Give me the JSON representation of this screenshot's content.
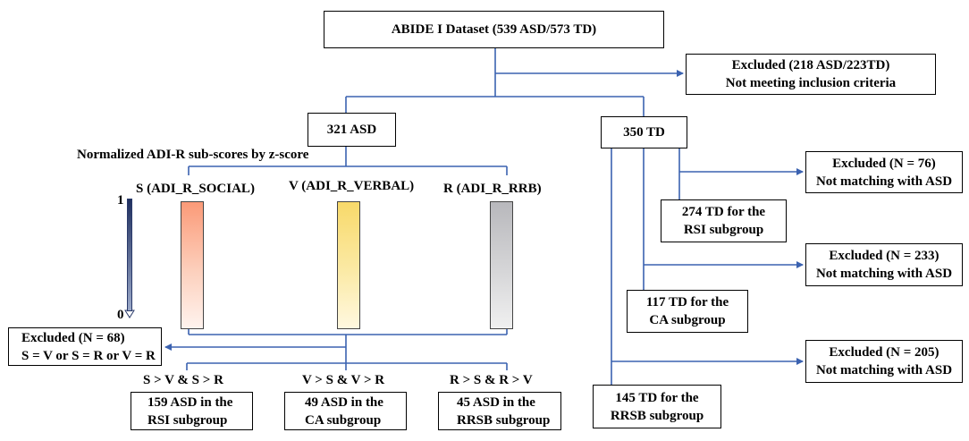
{
  "dataset": "ABIDE I  Dataset (539 ASD/573 TD)",
  "excluded_top": {
    "line1": "Excluded (218 ASD/223TD)",
    "line2": "Not meeting inclusion criteria"
  },
  "asd": "321 ASD",
  "td": "350 TD",
  "normalized_title": "Normalized ADI-R sub-scores by z-score",
  "subscores": {
    "social": "S (ADI_R_SOCIAL)",
    "verbal": "V (ADI_R_VERBAL)",
    "rrb": "R (ADI_R_RRB)"
  },
  "scale": {
    "top": "1",
    "bottom": "0"
  },
  "excluded_asd": {
    "line1": "Excluded (N = 68)",
    "line2": "S = V or S = R or V = R"
  },
  "conditions": {
    "rsi": "S > V & S > R",
    "ca": "V > S & V > R",
    "rrsb": "R > S & R > V"
  },
  "asd_groups": {
    "rsi": {
      "line1": "159 ASD in the",
      "line2": "RSI subgroup"
    },
    "ca": {
      "line1": "49 ASD in the",
      "line2": "CA subgroup"
    },
    "rrsb": {
      "line1": "45 ASD in the",
      "line2": "RRSB subgroup"
    }
  },
  "td_groups": {
    "rsi": {
      "line1": "274 TD for the",
      "line2": "RSI subgroup"
    },
    "ca": {
      "line1": "117 TD for the",
      "line2": "CA subgroup"
    },
    "rrsb": {
      "line1": "145 TD for the",
      "line2": "RRSB subgroup"
    }
  },
  "td_excluded": {
    "rsi": {
      "line1": "Excluded  (N = 76)",
      "line2": "Not matching with ASD"
    },
    "ca": {
      "line1": "Excluded  (N = 233)",
      "line2": "Not matching with ASD"
    },
    "rrsb": {
      "line1": "Excluded  (N = 205)",
      "line2": "Not matching with ASD"
    }
  },
  "colors": {
    "connector": "#3b62b0",
    "social": "#fb9a78",
    "verbal": "#f8d96a",
    "rrb": "#b8b8bc"
  }
}
